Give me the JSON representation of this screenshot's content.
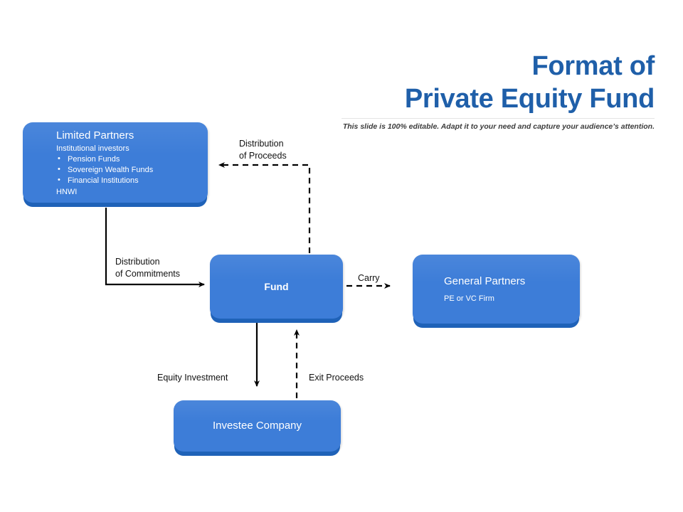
{
  "slide": {
    "background": "#ffffff",
    "accent_color": "#1F5FA9",
    "node_color": "#3D7DD8",
    "node_shadow_color": "#1F62B8"
  },
  "header": {
    "title_line1": "Format of",
    "title_line2": "Private Equity Fund",
    "subtitle": "This slide is 100% editable. Adapt it to your need and capture your audience’s attention."
  },
  "nodes": {
    "limited_partners": {
      "title": "Limited Partners",
      "subtitle": "Institutional investors",
      "bullets": [
        "Pension Funds",
        "Sovereign Wealth Funds",
        "Financial Institutions"
      ],
      "footer": "HNWI"
    },
    "fund": {
      "title": "Fund"
    },
    "general_partners": {
      "title": "General Partners",
      "subtitle": "PE or VC Firm"
    },
    "investee_company": {
      "title": "Investee Company"
    }
  },
  "edges": {
    "distribution_of_proceeds": {
      "line1": "Distribution",
      "line2": "of Proceeds",
      "style": "dashed",
      "from": "fund",
      "to": "limited_partners"
    },
    "distribution_of_commitments": {
      "line1": "Distribution",
      "line2": "of Commitments",
      "style": "solid",
      "from": "limited_partners",
      "to": "fund"
    },
    "carry": {
      "line1": "Carry",
      "style": "dashed",
      "from": "fund",
      "to": "general_partners"
    },
    "equity_investment": {
      "line1": "Equity Investment",
      "style": "solid",
      "from": "fund",
      "to": "investee_company"
    },
    "exit_proceeds": {
      "line1": "Exit Proceeds",
      "style": "dashed",
      "from": "investee_company",
      "to": "fund"
    }
  }
}
